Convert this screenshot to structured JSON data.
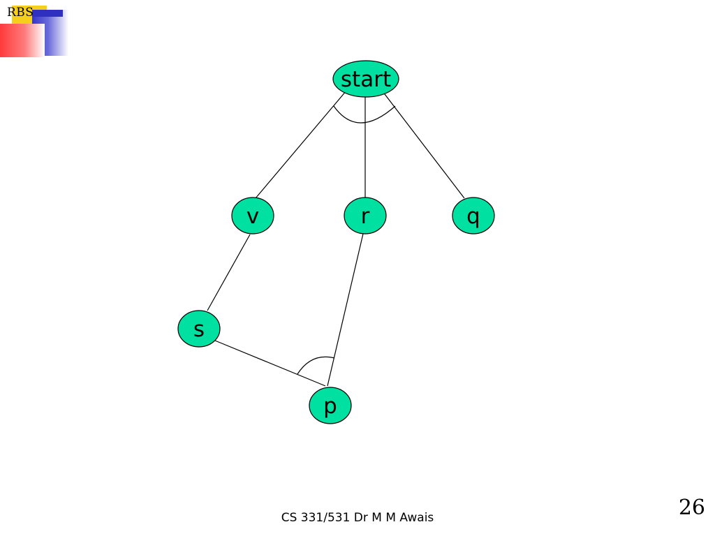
{
  "logo": {
    "text": "RBS"
  },
  "nodes": {
    "start": "start",
    "v": "v",
    "r": "r",
    "q": "q",
    "s": "s",
    "p": "p"
  },
  "colors": {
    "node_fill": "#00e0a0",
    "edge": "#000000"
  },
  "footer": {
    "course": "CS 331/531 Dr M M Awais"
  },
  "page_number": "26"
}
